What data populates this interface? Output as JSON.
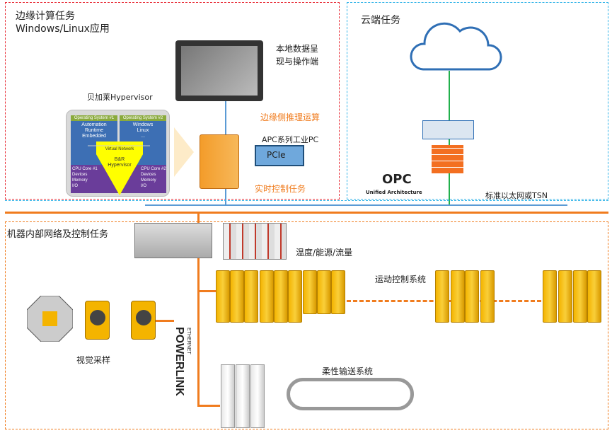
{
  "edge": {
    "title1": "边缘计算任务",
    "title2": "Windows/Linux应用",
    "hypervisor_label": "贝加莱Hypervisor",
    "hmi_label1": "本地数据呈",
    "hmi_label2": "现与操作端",
    "inference": "边缘侧推理运算",
    "apc_label": "APC系列工业PC",
    "pcie": "PCIe",
    "realtime": "实时控制任务"
  },
  "hypervisor": {
    "os1": "Operating System #1",
    "os2": "Operating System #2",
    "os1_body": [
      "Automation",
      "Runtime",
      "Embedded"
    ],
    "os2_body": [
      "Windows",
      "Linux",
      "..."
    ],
    "vnet": "Virtual Network",
    "core": "B&R\nHypervisor",
    "cpu1": [
      "CPU Core #1",
      "Devices",
      "Memory",
      "I/O"
    ],
    "cpu2": [
      "CPU Core #2",
      "Devices",
      "Memory",
      "I/O"
    ]
  },
  "cloud": {
    "title": "云端任务",
    "opc_logo": "OPC",
    "opc_sub": "Unified Architecture",
    "network": "标准以太网或TSN"
  },
  "machine": {
    "title": "机器内部网络及控制任务",
    "io_label": "温度/能源/流量",
    "motion": "运动控制系统",
    "vision": "视觉采样",
    "conveyor": "柔性输送系统",
    "powerlink_top": "ETHERNET",
    "powerlink": "POWERLINK"
  },
  "colors": {
    "red_box": "#e8303a",
    "blue_box": "#33b4e8",
    "orange": "#f07c1e",
    "drive": "#f4b400",
    "hypervisor_yellow": "#ffff00",
    "purple": "#6a3d9a",
    "os_blue": "#3d6fb4"
  }
}
